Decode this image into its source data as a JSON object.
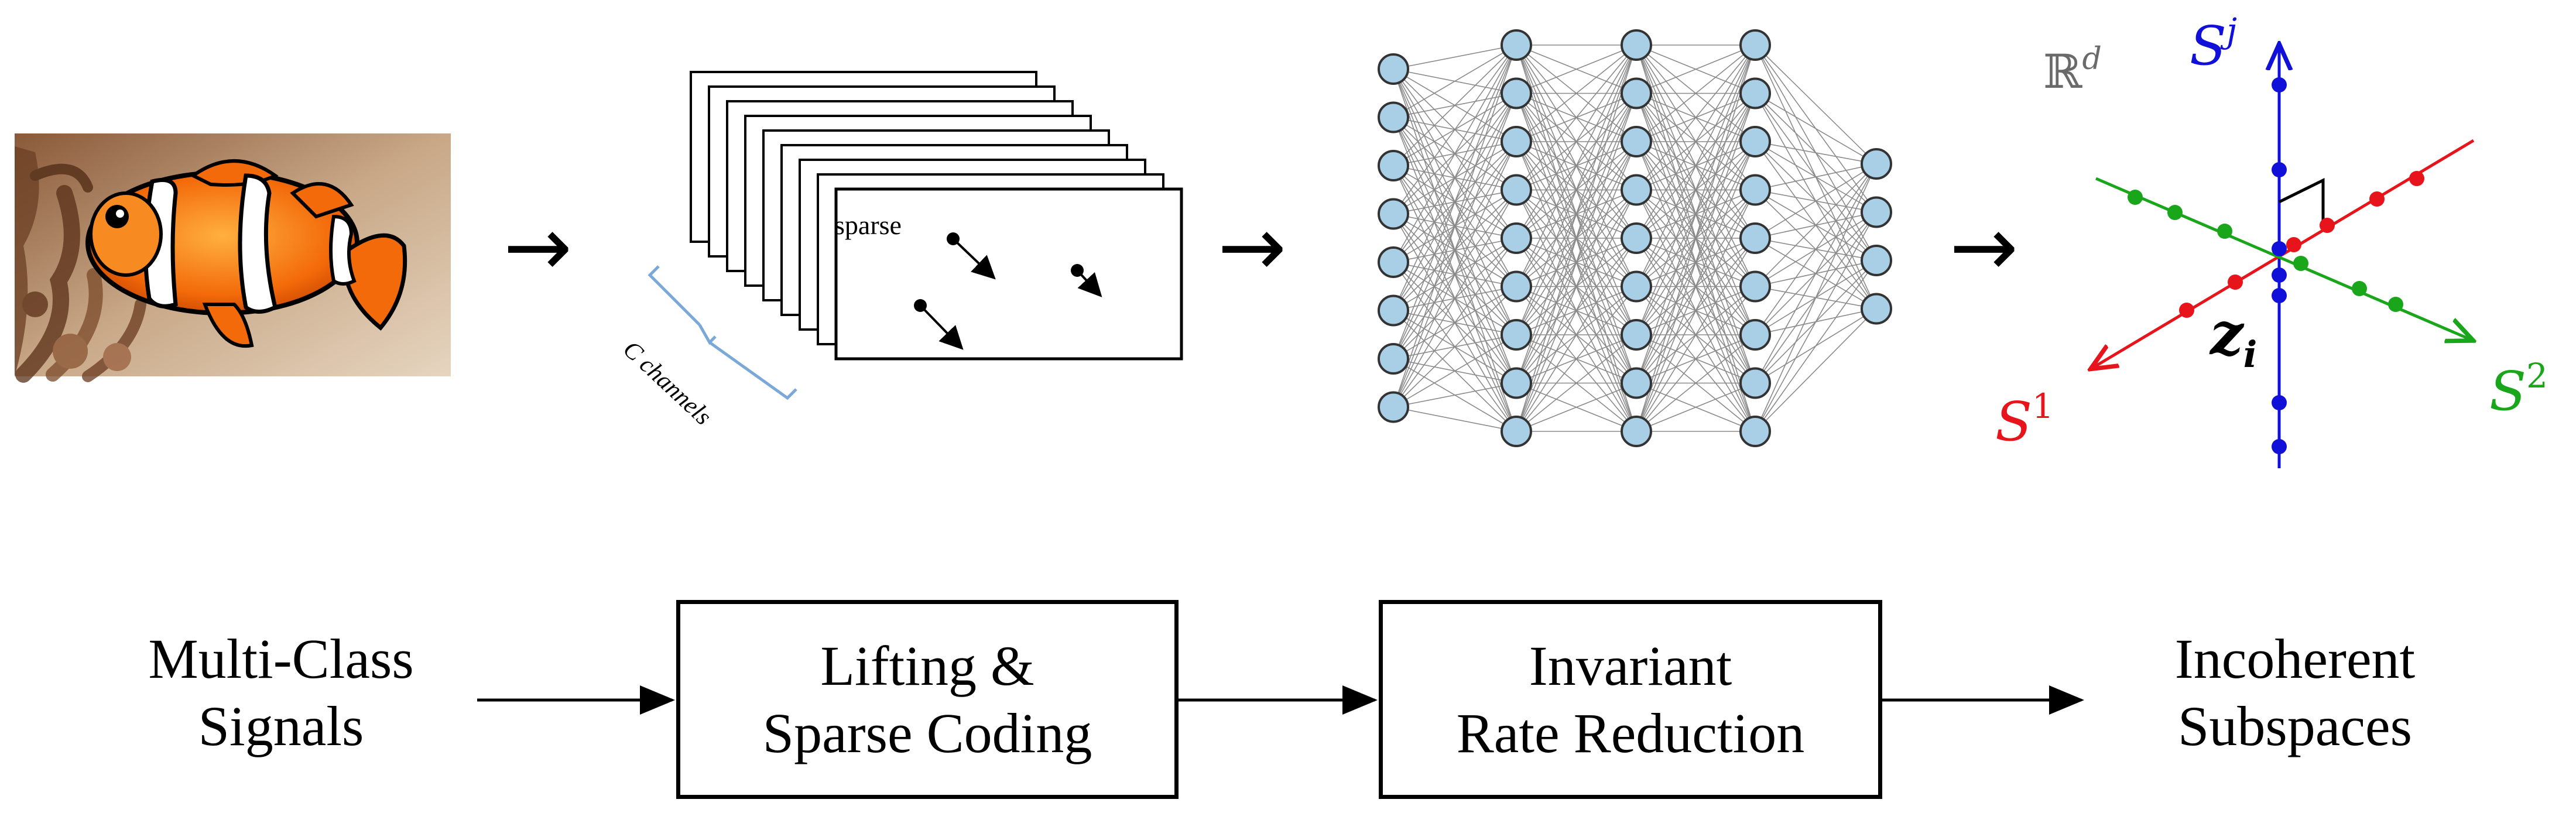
{
  "labels": {
    "sparse": "sparse",
    "channels": "C channels",
    "space": "ℝ",
    "space_sup": "d",
    "s_j": "S",
    "s_j_sup": "j",
    "s_1": "S",
    "s_1_sup": "1",
    "s_2": "S",
    "s_2_sup": "2",
    "z_i": "z",
    "z_i_sub": "i"
  },
  "pipeline": {
    "input": {
      "line1": "Multi-Class",
      "line2": "Signals"
    },
    "step1": {
      "line1": "Lifting &",
      "line2": "Sparse Coding"
    },
    "step2": {
      "line1": "Invariant",
      "line2": "Rate Reduction"
    },
    "output": {
      "line1": "Incoherent",
      "line2": "Subspaces"
    }
  },
  "colors": {
    "red": "#e8141c",
    "green": "#1aa61a",
    "blue": "#1010d8",
    "neuron_fill": "#a9cfe6",
    "bracket": "#7aa8d8"
  },
  "network": {
    "layer_sizes": [
      8,
      9,
      9,
      9,
      4
    ]
  }
}
